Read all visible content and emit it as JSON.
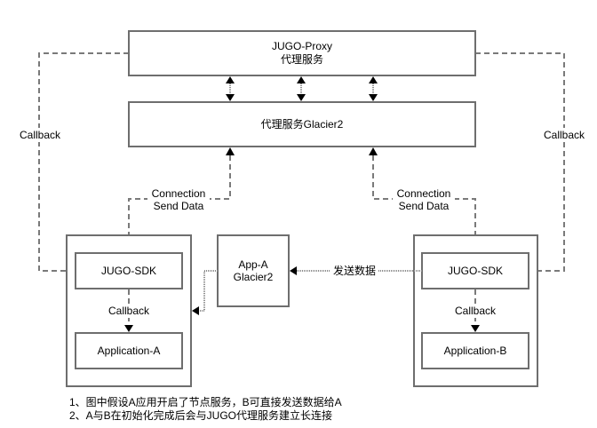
{
  "nodes": {
    "jugo_proxy": {
      "line1": "JUGO-Proxy",
      "line2": "代理服务"
    },
    "glacier2_proxy": {
      "label": "代理服务Glacier2"
    },
    "app_a_glacier2": {
      "line1": "App-A",
      "line2": "Glacier2"
    },
    "sdk_a": {
      "label": "JUGO-SDK"
    },
    "app_a": {
      "label": "Application-A"
    },
    "sdk_b": {
      "label": "JUGO-SDK"
    },
    "app_b": {
      "label": "Application-B"
    }
  },
  "edges": {
    "callback_left": "Callback",
    "callback_right": "Callback",
    "conn_left": {
      "line1": "Connection",
      "line2": "Send Data"
    },
    "conn_right": {
      "line1": "Connection",
      "line2": "Send Data"
    },
    "callback_inner_a": "Callback",
    "callback_inner_b": "Callback",
    "send_data": "发送数据"
  },
  "notes": [
    "1、图中假设A应用开启了节点服务，B可直接发送数据给A",
    "2、A与B在初始化完成后会与JUGO代理服务建立长连接"
  ]
}
